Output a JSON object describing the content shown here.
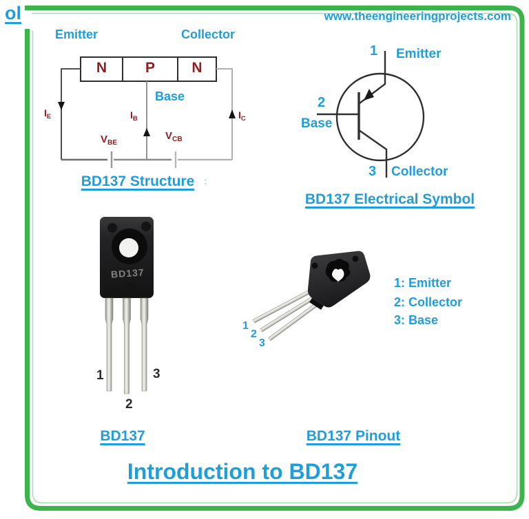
{
  "page": {
    "corner_text": "ol",
    "website": "www.theengineeringprojects.com",
    "heading": "Introduction to BD137",
    "stray_mark": ":"
  },
  "structure": {
    "emitter_label": "Emitter",
    "collector_label": "Collector",
    "base_label": "Base",
    "regions": [
      "N",
      "P",
      "N"
    ],
    "current_emitter": {
      "sym": "I",
      "sub": "E"
    },
    "current_base": {
      "sym": "I",
      "sub": "B"
    },
    "current_collector": {
      "sym": "I",
      "sub": "C"
    },
    "voltage_be": {
      "sym": "V",
      "sub": "BE"
    },
    "voltage_cb": {
      "sym": "V",
      "sub": "CB"
    },
    "caption": "BD137 Structure"
  },
  "symbol": {
    "pin1_num": "1",
    "pin1_label": "Emitter",
    "pin2_num": "2",
    "pin2_label": "Base",
    "pin3_num": "3",
    "pin3_label": "Collector",
    "caption": "BD137 Electrical Symbol"
  },
  "package_photo": {
    "marking": "BD137",
    "pin1": "1",
    "pin2": "2",
    "pin3": "3",
    "caption": "BD137"
  },
  "pinout_photo": {
    "pin1": "1",
    "pin2": "2",
    "pin3": "3",
    "legend": [
      "1: Emitter",
      "2: Collector",
      "3: Base"
    ],
    "caption": "BD137 Pinout"
  },
  "colors": {
    "accent_blue": "#209ddb",
    "border_green": "#3cb44b",
    "label_red": "#941b1e"
  }
}
